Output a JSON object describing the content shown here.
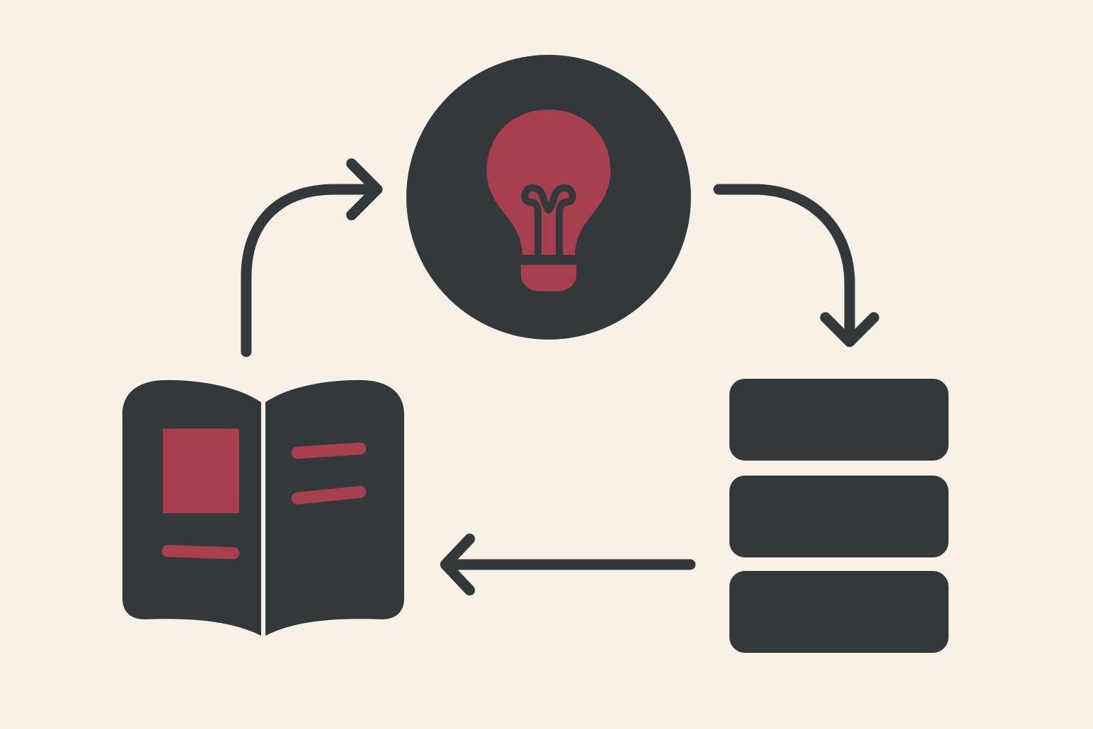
{
  "diagram": {
    "nodes": [
      {
        "id": "idea",
        "icon": "lightbulb-icon",
        "shape": "circle"
      },
      {
        "id": "book",
        "icon": "open-book-icon",
        "shape": "book"
      },
      {
        "id": "stack",
        "icon": "stacked-blocks-icon",
        "shape": "stack",
        "block_count": 3
      }
    ],
    "edges": [
      {
        "from": "book",
        "to": "idea",
        "icon": "curved-arrow-up-right-icon"
      },
      {
        "from": "idea",
        "to": "stack",
        "icon": "curved-arrow-down-icon"
      },
      {
        "from": "stack",
        "to": "book",
        "icon": "arrow-left-icon"
      }
    ]
  },
  "colors": {
    "background": "#f8f1e6",
    "ink": "#33383a",
    "accent": "#a83f4f"
  }
}
